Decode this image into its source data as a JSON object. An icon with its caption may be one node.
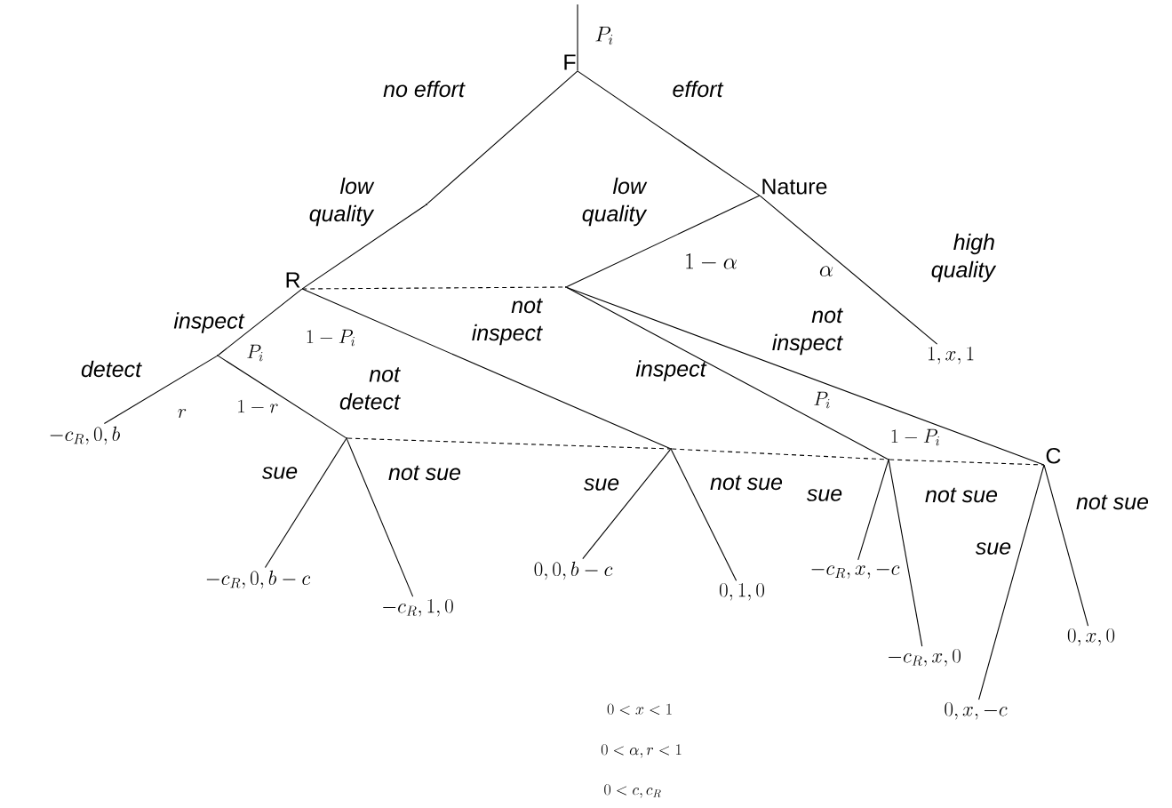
{
  "diagram": {
    "nodes": [
      {
        "text": [
          "F"
        ]
      },
      {
        "text": [],
        "shape": "point"
      },
      {
        "text": [
          "Nature"
        ]
      },
      {
        "text": [
          "R"
        ]
      },
      {
        "text": [],
        "shape": "point"
      },
      {
        "text": [
          "1, x, 1"
        ]
      },
      {
        "text": [],
        "shape": "point"
      },
      {
        "text": [
          "-c_R, 0, b"
        ]
      },
      {
        "text": [],
        "shape": "point"
      },
      {
        "text": [],
        "shape": "point"
      },
      {
        "text": [],
        "shape": "point"
      },
      {
        "text": [
          "C"
        ]
      },
      {
        "text": [
          "-c_R, 0, b-c"
        ]
      },
      {
        "text": [
          "-c_R, 1, 0"
        ]
      },
      {
        "text": [
          "0, 0, b-c"
        ]
      },
      {
        "text": [
          "0, 1, 0"
        ]
      },
      {
        "text": [
          "-c_R, x, -c"
        ]
      },
      {
        "text": [
          "-c_R, x, 0"
        ]
      },
      {
        "text": [
          "0, x, -c"
        ]
      },
      {
        "text": [
          "0, x, 0"
        ]
      }
    ],
    "edges": [
      {
        "from": null,
        "to": 0,
        "arrow": "none"
      },
      {
        "from": 0,
        "to": 1,
        "arrow": "none",
        "label": "no effort"
      },
      {
        "from": 0,
        "to": 2,
        "arrow": "none",
        "label": "effort"
      },
      {
        "from": 1,
        "to": 3,
        "arrow": "none",
        "label": "low quality"
      },
      {
        "from": 2,
        "to": 4,
        "arrow": "none",
        "label": "low quality"
      },
      {
        "from": 2,
        "to": 5,
        "arrow": "none",
        "label": "high quality"
      },
      {
        "from": 3,
        "to": 4,
        "arrow": "none",
        "style": "dashed"
      },
      {
        "from": 3,
        "to": 6,
        "arrow": "none",
        "label": "inspect"
      },
      {
        "from": 3,
        "to": 9,
        "arrow": "none",
        "label": "not inspect"
      },
      {
        "from": 4,
        "to": 10,
        "arrow": "none",
        "label": "inspect"
      },
      {
        "from": 4,
        "to": 11,
        "arrow": "none",
        "label": "not inspect"
      },
      {
        "from": 6,
        "to": 7,
        "arrow": "none",
        "label": "detect"
      },
      {
        "from": 6,
        "to": 8,
        "arrow": "none",
        "label": "not detect"
      },
      {
        "from": 8,
        "to": 9,
        "arrow": "none",
        "style": "dashed"
      },
      {
        "from": 9,
        "to": 10,
        "arrow": "none",
        "style": "dashed"
      },
      {
        "from": 10,
        "to": 11,
        "arrow": "none",
        "style": "dashed"
      },
      {
        "from": 8,
        "to": 12,
        "arrow": "none",
        "label": "sue"
      },
      {
        "from": 8,
        "to": 13,
        "arrow": "none",
        "label": "not sue"
      },
      {
        "from": 9,
        "to": 14,
        "arrow": "none",
        "label": "sue"
      },
      {
        "from": 9,
        "to": 15,
        "arrow": "none",
        "label": "not sue"
      },
      {
        "from": 10,
        "to": 16,
        "arrow": "none",
        "label": "sue"
      },
      {
        "from": 10,
        "to": 17,
        "arrow": "none",
        "label": "not sue"
      },
      {
        "from": 11,
        "to": 18,
        "arrow": "none",
        "label": "sue"
      },
      {
        "from": 11,
        "to": 19,
        "arrow": "none",
        "label": "not sue"
      }
    ],
    "labels": [
      "P_i",
      "1-\\alpha",
      "\\alpha",
      "1-P_i",
      "P_i",
      "P_i",
      "1-r",
      "r",
      "1-P_i",
      "0<x<1",
      "0<\\alpha, r<1",
      "0<c, c_R"
    ]
  }
}
